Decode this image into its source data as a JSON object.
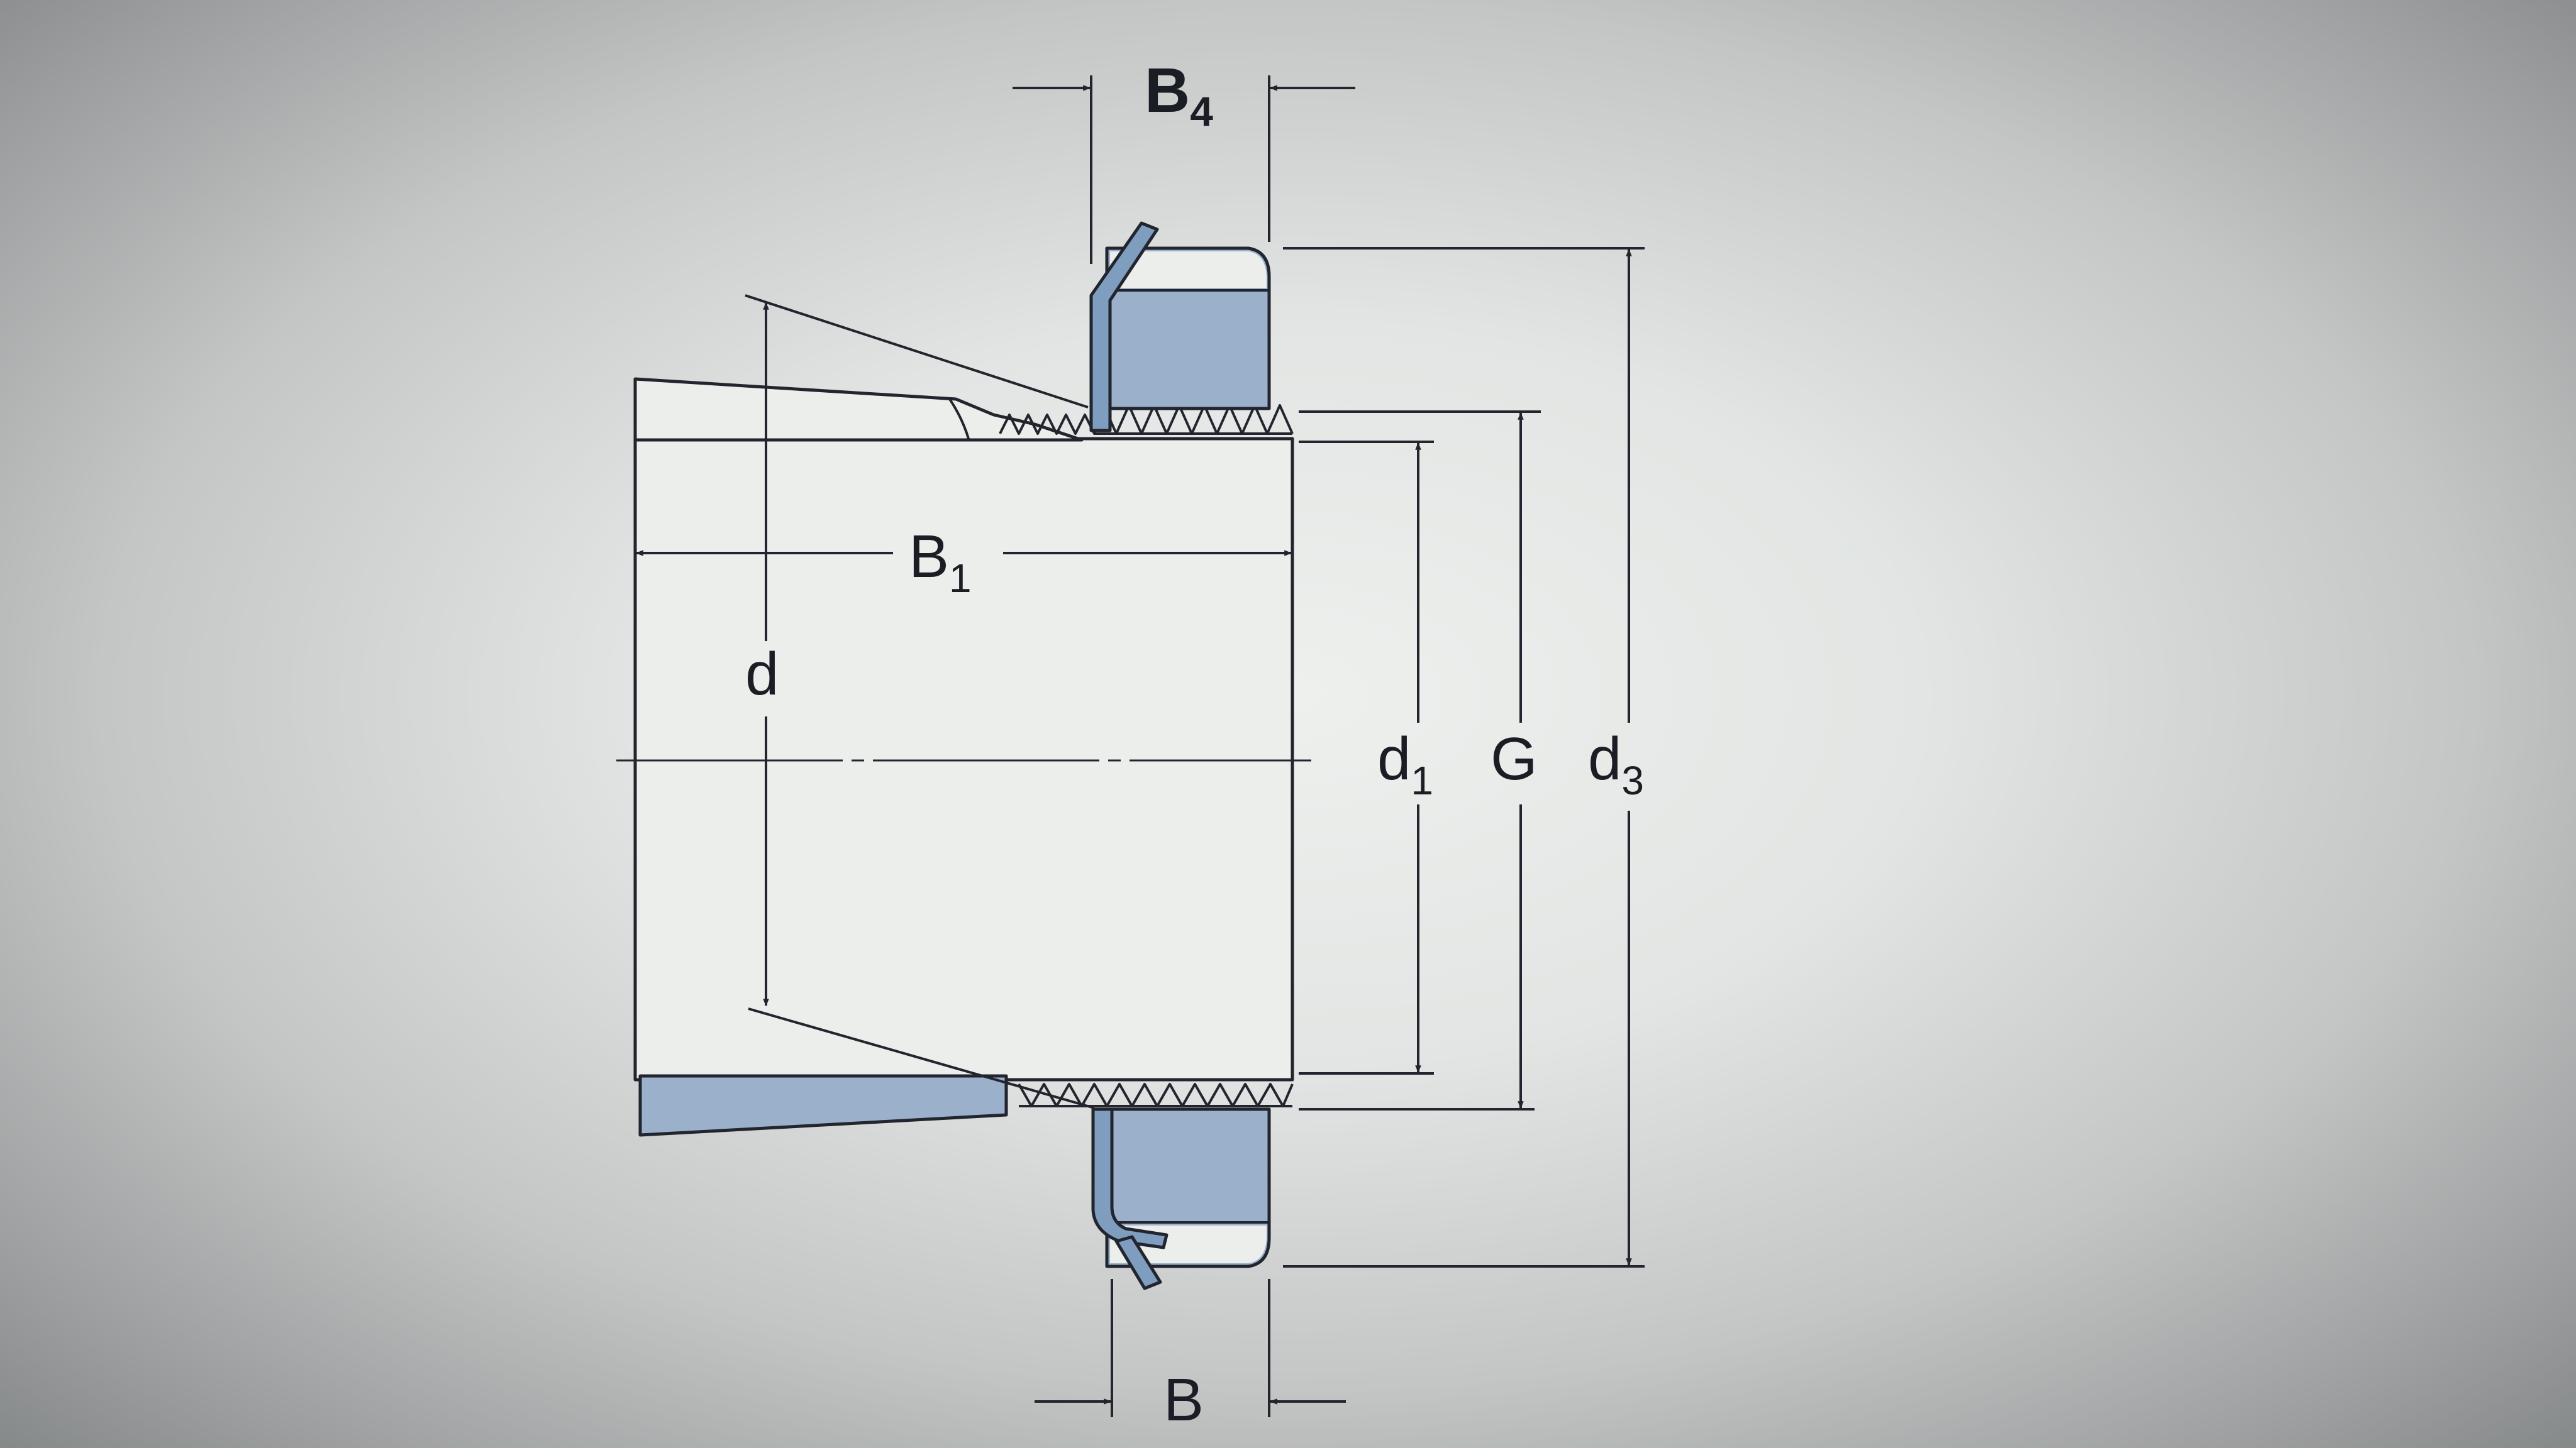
{
  "diagram": {
    "labels": {
      "b4": "B",
      "b4_sub": "4",
      "b1": "B",
      "b1_sub": "1",
      "d": "d",
      "d1": "d",
      "d1_sub": "1",
      "g": "G",
      "d3": "d",
      "d3_sub": "3",
      "b": "B"
    },
    "colors": {
      "line": "#22252d",
      "part_fill": "#9bb1cb",
      "part_fill_light": "#b7c8da",
      "ring_fill": "#7f9dbf",
      "sleeve_fill": "#eceeec"
    }
  }
}
